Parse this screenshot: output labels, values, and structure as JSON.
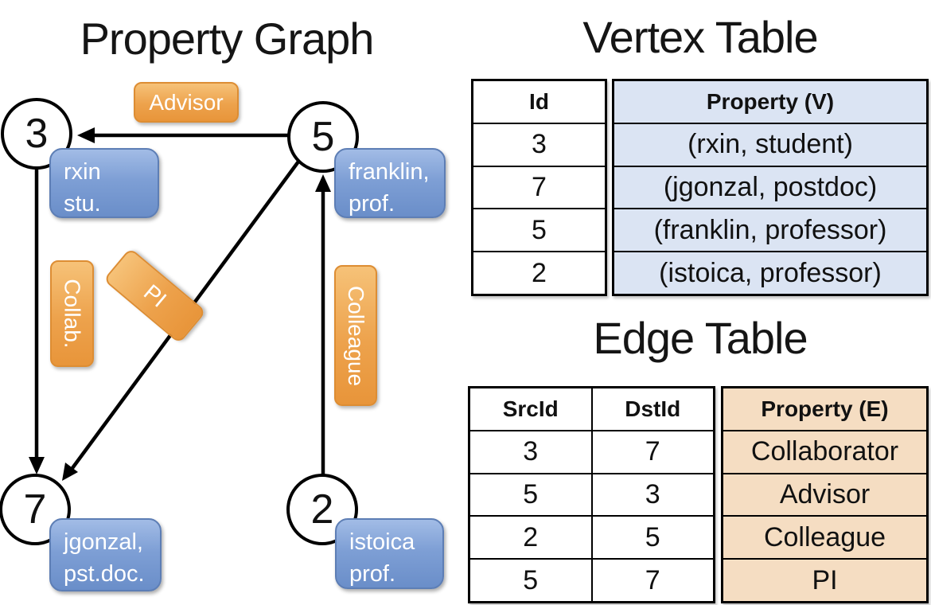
{
  "graph": {
    "title": "Property Graph",
    "nodes": [
      {
        "id": "3",
        "property_line1": "rxin",
        "property_line2": "stu."
      },
      {
        "id": "5",
        "property_line1": "franklin,",
        "property_line2": "prof."
      },
      {
        "id": "7",
        "property_line1": "jgonzal,",
        "property_line2": "pst.doc."
      },
      {
        "id": "2",
        "property_line1": "istoica",
        "property_line2": "prof."
      }
    ],
    "edge_labels": {
      "advisor": "Advisor",
      "collab": "Collab.",
      "pi": "PI",
      "colleague": "Colleague"
    },
    "edges": [
      {
        "src": "5",
        "dst": "3",
        "label": "Advisor"
      },
      {
        "src": "3",
        "dst": "7",
        "label": "Collab."
      },
      {
        "src": "5",
        "dst": "7",
        "label": "PI"
      },
      {
        "src": "2",
        "dst": "5",
        "label": "Colleague"
      }
    ]
  },
  "vertex_table": {
    "title": "Vertex Table",
    "columns": {
      "id": "Id",
      "property": "Property (V)"
    },
    "rows": [
      {
        "id": "3",
        "property": "(rxin, student)"
      },
      {
        "id": "7",
        "property": "(jgonzal, postdoc)"
      },
      {
        "id": "5",
        "property": "(franklin, professor)"
      },
      {
        "id": "2",
        "property": "(istoica, professor)"
      }
    ]
  },
  "edge_table": {
    "title": "Edge Table",
    "columns": {
      "src": "SrcId",
      "dst": "DstId",
      "property": "Property (E)"
    },
    "rows": [
      {
        "src": "3",
        "dst": "7",
        "property": "Collaborator"
      },
      {
        "src": "5",
        "dst": "3",
        "property": "Advisor"
      },
      {
        "src": "2",
        "dst": "5",
        "property": "Colleague"
      },
      {
        "src": "5",
        "dst": "7",
        "property": "PI"
      }
    ]
  },
  "colors": {
    "background": "#ffffff",
    "edge_stroke": "#000000",
    "orange_label_top": "#f6c278",
    "orange_label_bottom": "#e8953a",
    "orange_border": "#dd8d33",
    "blue_box_top": "#a2bce6",
    "blue_box_bottom": "#6a8ec9",
    "blue_box_border": "#5d7eb5",
    "vertex_property_fill": "#dbe4f3",
    "edge_property_fill": "#f5ddc2",
    "label_text": "#ffffff"
  }
}
